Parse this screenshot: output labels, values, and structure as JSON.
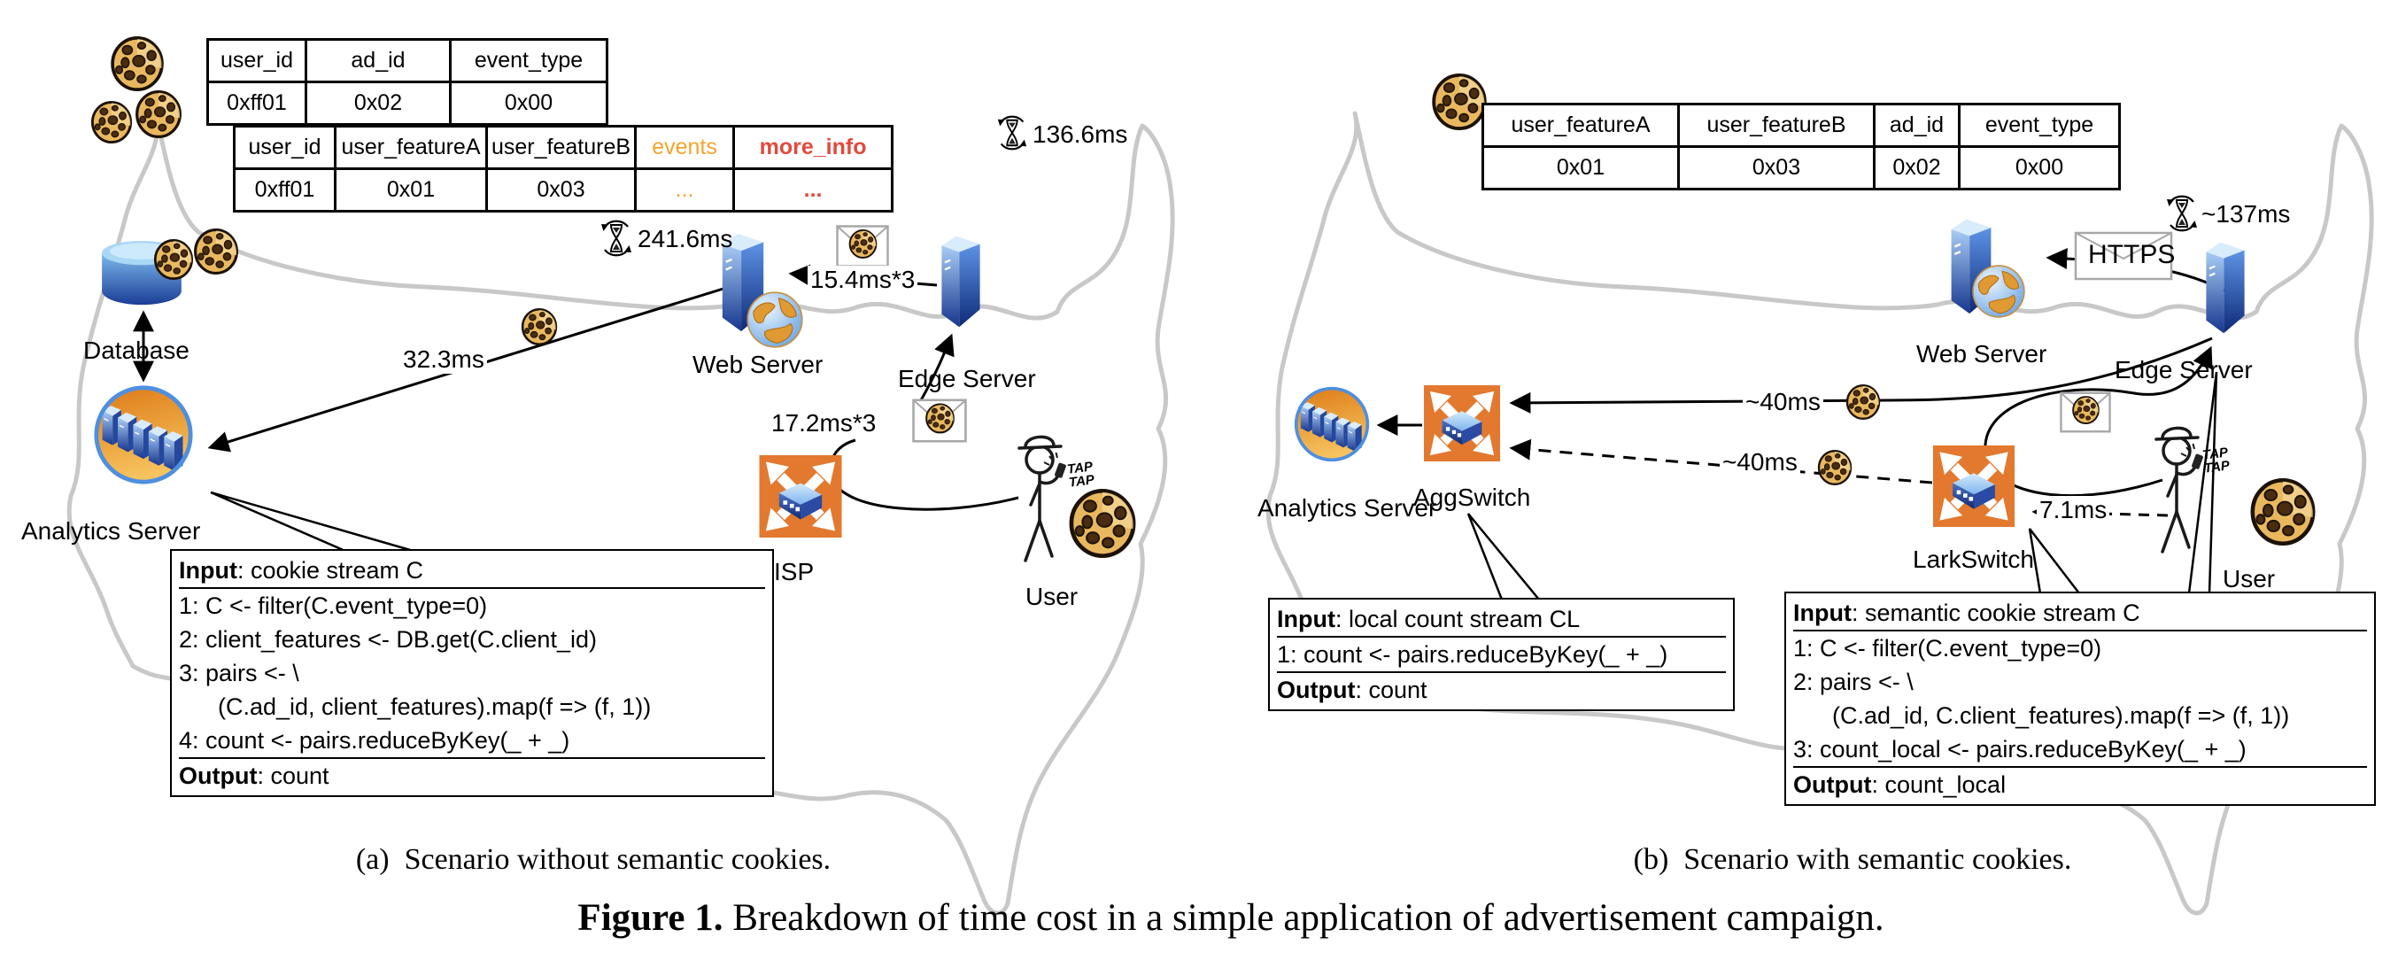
{
  "figure": {
    "caption_bold": "Figure 1.",
    "caption_rest": " Breakdown of time cost in a simple application of advertisement campaign.",
    "caption_a": "(a)  Scenario without semantic cookies.",
    "caption_b": "(b)  Scenario with semantic cookies."
  },
  "panel_a": {
    "tables": {
      "event_cookie": {
        "columns": [
          {
            "label": "user_id"
          },
          {
            "label": "ad_id"
          },
          {
            "label": "event_type"
          }
        ],
        "rows": [
          [
            "0xff01",
            "0x02",
            "0x00"
          ]
        ]
      },
      "user_profile": {
        "columns": [
          {
            "label": "user_id"
          },
          {
            "label": "user_featureA"
          },
          {
            "label": "user_featureB"
          },
          {
            "label": "events",
            "color": "#f5a42c"
          },
          {
            "label": "more_info",
            "color": "#e2493d",
            "bold": true
          }
        ],
        "rows": [
          [
            "0xff01",
            "0x01",
            "0x03",
            "...",
            "..."
          ]
        ]
      }
    },
    "labels": {
      "database": "Database",
      "analytics_server": "Analytics Server",
      "web_server": "Web Server",
      "edge_server": "Edge Server",
      "isp": "ISP",
      "user": "User",
      "tap": "TAP TAP"
    },
    "timings": {
      "analytics_web": "32.3ms",
      "web_roundtrip": "241.6ms",
      "edge_web": "15.4ms*3",
      "edge_roundtrip": "136.6ms",
      "user_isp": "17.2ms*3"
    },
    "codebox": {
      "lines": [
        {
          "prefix": "Input",
          "text": ": cookie stream C",
          "underline": true
        },
        {
          "text": "1: C <- filter(C.event_type=0)"
        },
        {
          "text": "2: client_features <- DB.get(C.client_id)"
        },
        {
          "text": "3: pairs <- \\"
        },
        {
          "text": "(C.ad_id, client_features).map(f => (f, 1))",
          "indent": true
        },
        {
          "text": "4: count <- pairs.reduceByKey(_ + _)",
          "underline": true
        },
        {
          "prefix": "Output",
          "text": ": count"
        }
      ]
    }
  },
  "panel_b": {
    "tables": {
      "semantic_cookie": {
        "columns": [
          {
            "label": "user_featureA"
          },
          {
            "label": "user_featureB"
          },
          {
            "label": "ad_id"
          },
          {
            "label": "event_type"
          }
        ],
        "rows": [
          [
            "0x01",
            "0x03",
            "0x02",
            "0x00"
          ]
        ]
      }
    },
    "labels": {
      "analytics_server": "Analytics Server",
      "agg_switch": "AggSwitch",
      "web_server": "Web Server",
      "edge_server": "Edge Server",
      "lark_switch": "LarkSwitch",
      "user": "User",
      "https": "HTTPS",
      "tap": "TAP TAP"
    },
    "timings": {
      "edge_agg": "~40ms",
      "lark_agg": "~40ms",
      "edge_roundtrip": "~137ms",
      "user_lark": "7.1ms"
    },
    "codebox_agg": {
      "lines": [
        {
          "prefix": "Input",
          "text": ": local count stream CL",
          "underline": true
        },
        {
          "text": "1: count <- pairs.reduceByKey(_ + _)",
          "underline": true
        },
        {
          "prefix": "Output",
          "text": ": count"
        }
      ]
    },
    "codebox_lark": {
      "lines": [
        {
          "prefix": "Input",
          "text": ": semantic cookie stream C",
          "underline": true
        },
        {
          "text": "1: C <- filter(C.event_type=0)"
        },
        {
          "text": "2: pairs <- \\"
        },
        {
          "text": "(C.ad_id, C.client_features).map(f => (f, 1))",
          "indent": true
        },
        {
          "text": "3: count_local <- pairs.reduceByKey(_ + _)",
          "underline": true
        },
        {
          "prefix": "Output",
          "text": ": count_local"
        }
      ]
    }
  },
  "colors": {
    "switch_orange": "#e2792f",
    "server_blue": "#1d3f9b",
    "map_gray": "#c8c8c8",
    "events_orange": "#f5a42c",
    "more_info_red": "#e2493d",
    "cookie_tan": "#e9b85e",
    "analytics_orange": "#e07918"
  },
  "icons": {
    "cookie": "chocolate-chip-cookie-icon",
    "envelope_cookie": "envelope-with-cookie-icon",
    "hourglass": "round-trip-timer-icon",
    "database": "database-cylinder-icon",
    "analytics": "server-cluster-circle-icon",
    "server": "server-tower-icon",
    "globe": "globe-icon",
    "switch": "network-switch-icon",
    "user": "stick-figure-with-phone-icon",
    "map": "us-map-outline"
  }
}
